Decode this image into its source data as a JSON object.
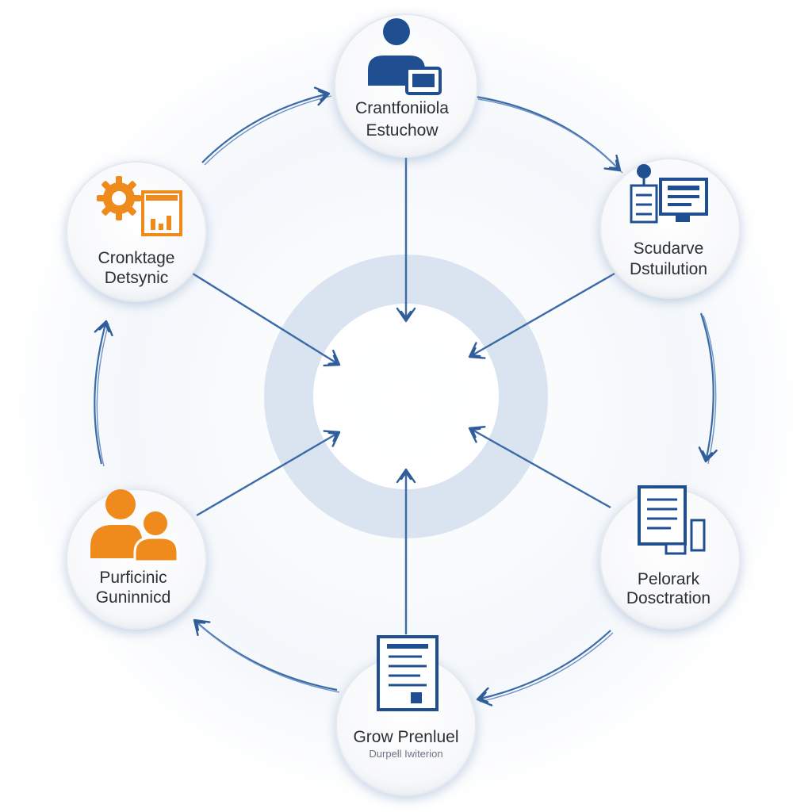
{
  "diagram": {
    "colors": {
      "blue": "#1f4f91",
      "orange": "#ef8a1c",
      "arrow": "#3a6aa8",
      "hub_ring": "#d3dfec",
      "glow": "#cfe0f1"
    },
    "nodes": [
      {
        "id": "top",
        "line1": "Crantfoniiola",
        "line2": "Estuchow",
        "icon": "person-with-monitor-icon",
        "accent": "#1f4f91"
      },
      {
        "id": "right-top",
        "line1": "Scudarve",
        "line2": "Dstuilution",
        "icon": "workstation-icon",
        "accent": "#1f4f91"
      },
      {
        "id": "right-bottom",
        "line1": "Pelorark",
        "line2": "Dosctration",
        "icon": "document-server-icon",
        "accent": "#1f4f91"
      },
      {
        "id": "bottom",
        "line1": "Grow Prenluel",
        "line2": "Durpell Iwiterion",
        "icon": "certificate-document-icon",
        "accent": "#1f4f91"
      },
      {
        "id": "left-bottom",
        "line1": "Purficinic",
        "line2": "Guninnicd",
        "icon": "users-group-icon",
        "accent": "#ef8a1c"
      },
      {
        "id": "left-top",
        "line1": "Cronktage",
        "line2": "Detsynic",
        "icon": "gear-chart-icon",
        "accent": "#ef8a1c"
      }
    ]
  }
}
